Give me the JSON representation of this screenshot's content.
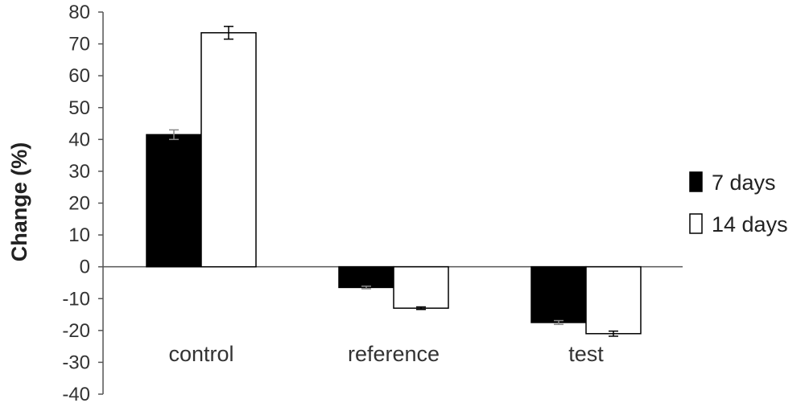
{
  "chart_data": {
    "type": "bar",
    "title": "",
    "xlabel": "",
    "ylabel": "Change (%)",
    "categories": [
      "control",
      "reference",
      "test"
    ],
    "ylim": [
      -40,
      80
    ],
    "yticks": [
      80,
      70,
      60,
      50,
      40,
      30,
      20,
      10,
      0,
      -10,
      -20,
      -30,
      -40
    ],
    "grid": false,
    "legend_position": "right",
    "series": [
      {
        "name": "7 days",
        "color": "#000000",
        "values": [
          41.5,
          -6.5,
          -17.5
        ],
        "errors": [
          1.5,
          0.4,
          0.6
        ]
      },
      {
        "name": "14 days",
        "color": "#ffffff",
        "values": [
          73.5,
          -13.0,
          -21.0
        ],
        "errors": [
          2.0,
          0.4,
          0.8
        ]
      }
    ]
  }
}
